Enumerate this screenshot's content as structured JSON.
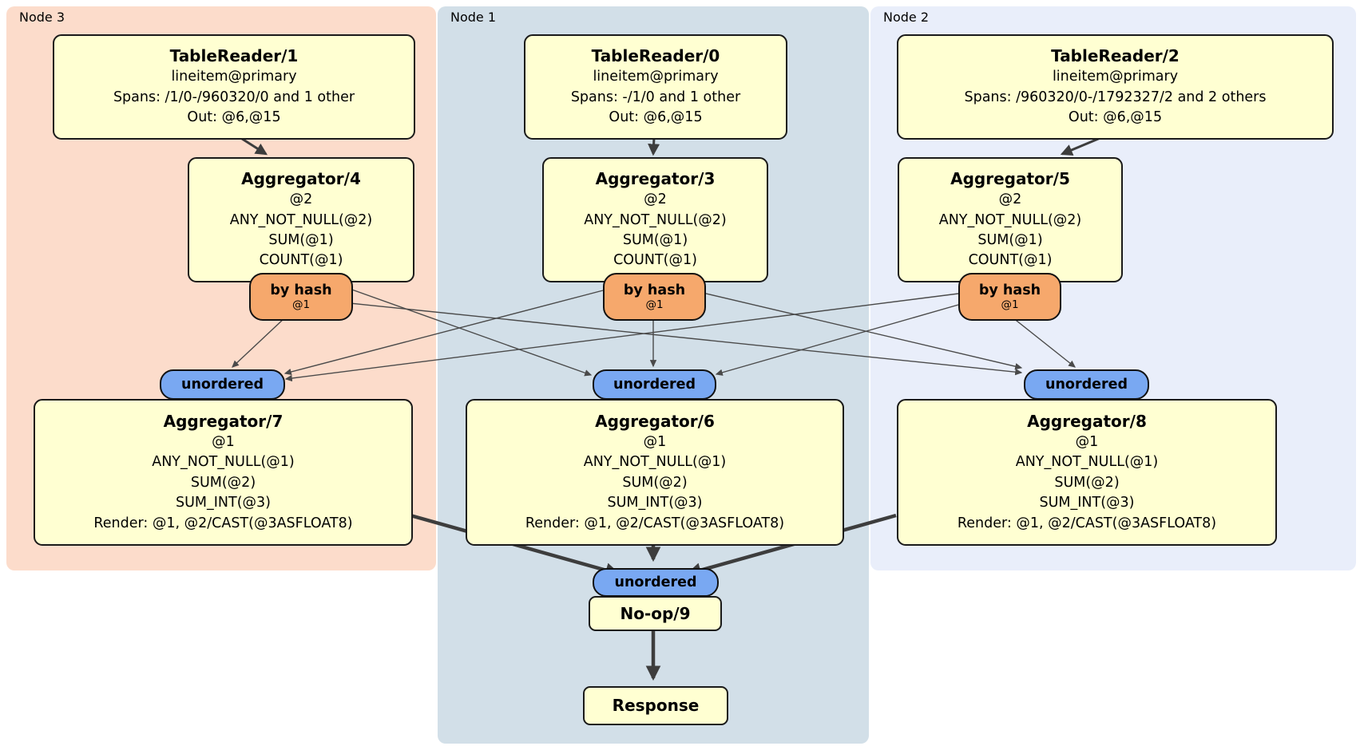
{
  "colors": {
    "node3_region_bg": "#fcdccb",
    "node1_region_bg": "#d2dfe8",
    "node2_region_bg": "#e9eefa",
    "processor_box_bg": "#ffffd2",
    "box_border": "#1a1a1a",
    "hash_router_pill_bg": "#f6a86c",
    "stream_pill_bg": "#79a8f2",
    "edge_thin": "#4a4a4a",
    "edge_thick": "#3d3d3d"
  },
  "regions": [
    {
      "label": "Node 3"
    },
    {
      "label": "Node 1"
    },
    {
      "label": "Node 2"
    }
  ],
  "processors": {
    "tablereader1": {
      "title": "TableReader/1",
      "lines": [
        "lineitem@primary",
        "Spans: /1/0-/960320/0 and 1 other",
        "Out: @6,@15"
      ]
    },
    "tablereader0": {
      "title": "TableReader/0",
      "lines": [
        "lineitem@primary",
        "Spans: -/1/0 and 1 other",
        "Out: @6,@15"
      ]
    },
    "tablereader2": {
      "title": "TableReader/2",
      "lines": [
        "lineitem@primary",
        "Spans: /960320/0-/1792327/2 and 2 others",
        "Out: @6,@15"
      ]
    },
    "aggregator4": {
      "title": "Aggregator/4",
      "lines": [
        "@2",
        "ANY_NOT_NULL(@2)",
        "SUM(@1)",
        "COUNT(@1)"
      ]
    },
    "aggregator3": {
      "title": "Aggregator/3",
      "lines": [
        "@2",
        "ANY_NOT_NULL(@2)",
        "SUM(@1)",
        "COUNT(@1)"
      ]
    },
    "aggregator5": {
      "title": "Aggregator/5",
      "lines": [
        "@2",
        "ANY_NOT_NULL(@2)",
        "SUM(@1)",
        "COUNT(@1)"
      ]
    },
    "aggregator7": {
      "title": "Aggregator/7",
      "lines": [
        "@1",
        "ANY_NOT_NULL(@1)",
        "SUM(@2)",
        "SUM_INT(@3)",
        "Render: @1, @2/CAST(@3ASFLOAT8)"
      ]
    },
    "aggregator6": {
      "title": "Aggregator/6",
      "lines": [
        "@1",
        "ANY_NOT_NULL(@1)",
        "SUM(@2)",
        "SUM_INT(@3)",
        "Render: @1, @2/CAST(@3ASFLOAT8)"
      ]
    },
    "aggregator8": {
      "title": "Aggregator/8",
      "lines": [
        "@1",
        "ANY_NOT_NULL(@1)",
        "SUM(@2)",
        "SUM_INT(@3)",
        "Render: @1, @2/CAST(@3ASFLOAT8)"
      ]
    },
    "noop9": {
      "title": "No-op/9"
    },
    "response": {
      "title": "Response"
    }
  },
  "router": {
    "label": "by hash",
    "sub": "@1"
  },
  "stream": {
    "label": "unordered"
  }
}
